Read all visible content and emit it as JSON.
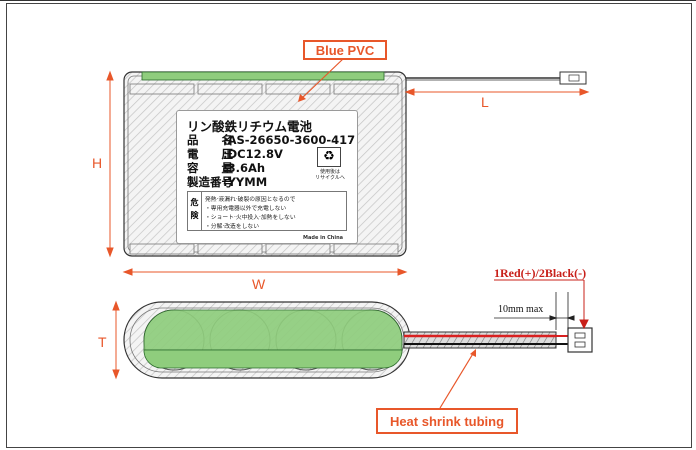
{
  "callouts": {
    "blue_pvc": "Blue PVC",
    "heat_shrink": "Heat shrink tubing"
  },
  "dimensions": {
    "H": "H",
    "W": "W",
    "L": "L",
    "T": "T",
    "lead_spec": "1Red(+)/2Black(-)",
    "strip_length": "10mm max"
  },
  "label": {
    "title": "リン酸鉄リチウム電池",
    "rows": [
      {
        "key": "品　　名",
        "value": ":AS-26650-3600-417"
      },
      {
        "key": "電　　圧",
        "value": ":DC12.8V"
      },
      {
        "key": "容　　量",
        "value": ":3.6Ah"
      },
      {
        "key": "製造番号",
        "value": ":YYMM"
      }
    ],
    "recycle_icon": "recycle-icon",
    "recycle_text": "使用後は\nリサイクルへ",
    "warning_head": "危\n険",
    "warning_lines": [
      "発熱·液漏れ·破裂の原因となるので",
      "・専用充電器以外で充電しない",
      "・ショート·火中投入·加熱をしない",
      "・分解·改造をしない"
    ],
    "made_in": "Made in China"
  },
  "colors": {
    "accent": "#e8572a",
    "pvc_green": "#8fcd7d",
    "red_wire": "#d92020",
    "hatch": "#bdbdbd",
    "outline": "#333333"
  }
}
